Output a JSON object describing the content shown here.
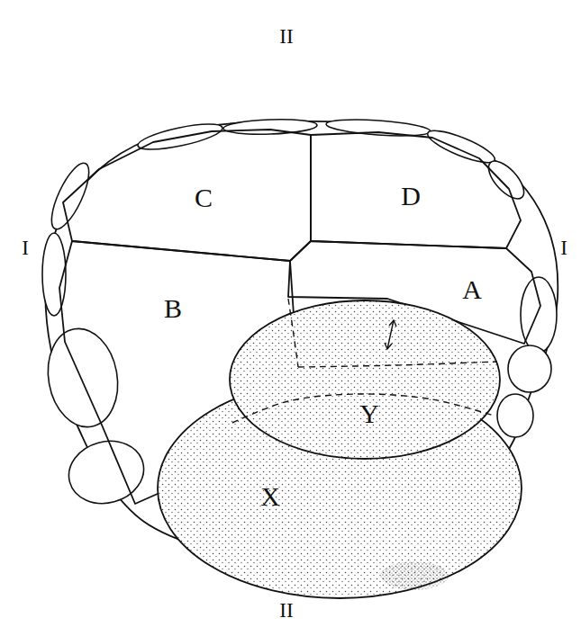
{
  "diagram": {
    "nodes": [
      {
        "text": [
          "C"
        ]
      },
      {
        "text": [
          "D"
        ]
      },
      {
        "text": [
          "B"
        ]
      },
      {
        "text": [
          "A"
        ]
      },
      {
        "text": [
          "Y"
        ]
      },
      {
        "text": [
          "X"
        ]
      }
    ],
    "labels": [
      "II",
      "I",
      "I",
      "II"
    ]
  }
}
